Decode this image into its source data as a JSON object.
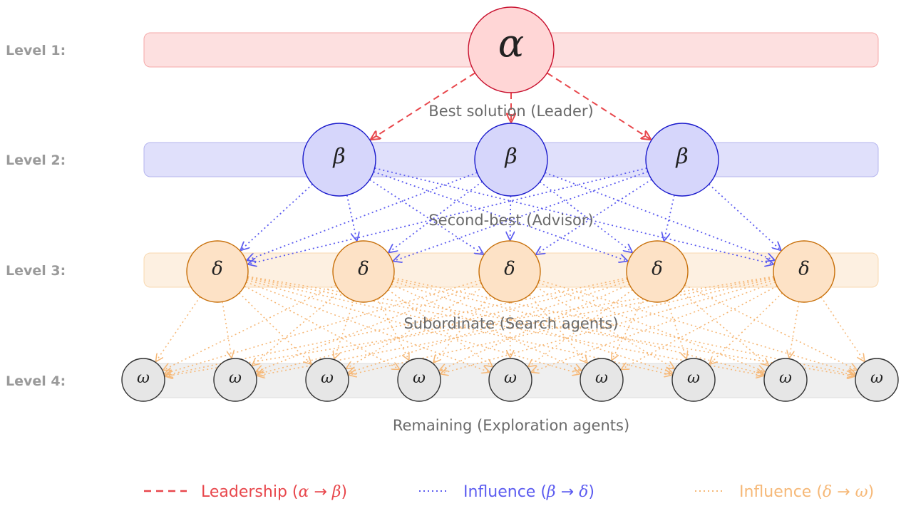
{
  "levels": [
    {
      "label": "Level 1:",
      "caption": "Best solution (Leader)",
      "band_color": "#fde0e0",
      "band_stroke": "#f5a8a8",
      "node_fill": "#ffd6d6",
      "node_stroke": "#c8102e",
      "symbol": "α",
      "count": 1
    },
    {
      "label": "Level 2:",
      "caption": "Second-best (Advisor)",
      "band_color": "#e0e0fb",
      "band_stroke": "#b4b4ee",
      "node_fill": "#d6d6fb",
      "node_stroke": "#1a1acc",
      "symbol": "β",
      "count": 3
    },
    {
      "label": "Level 3:",
      "caption": "Subordinate (Search agents)",
      "band_color": "#fdf0e1",
      "band_stroke": "#f8d8b0",
      "node_fill": "#fde2c6",
      "node_stroke": "#c8700a",
      "symbol": "δ",
      "count": 5
    },
    {
      "label": "Level 4:",
      "caption": "Remaining (Exploration agents)",
      "band_color": "#efefef",
      "band_stroke": "#dddddd",
      "node_fill": "#e6e6e6",
      "node_stroke": "#333333",
      "symbol": "ω",
      "count": 9
    }
  ],
  "edges": {
    "leadership_color": "#e8474c",
    "influence_beta_color": "#5c5cf0",
    "influence_delta_color": "#f6b877"
  },
  "legend": [
    {
      "text": "Leadership",
      "from": "α",
      "arrow": "→",
      "to": "β",
      "color": "#e8474c",
      "style": "dashed"
    },
    {
      "text": "Influence",
      "from": "β",
      "arrow": "→",
      "to": "δ",
      "color": "#5c5cf0",
      "style": "dotted"
    },
    {
      "text": "Influence",
      "from": "δ",
      "arrow": "→",
      "to": "ω",
      "color": "#f6b877",
      "style": "dotted"
    }
  ]
}
